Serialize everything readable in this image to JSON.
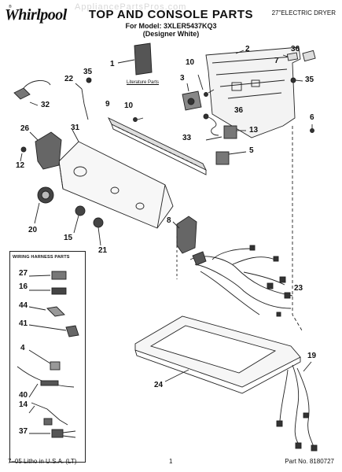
{
  "header": {
    "brand": "Whirlpool",
    "brand_mark": "®",
    "watermark": "AppliancePartsPros.com",
    "title": "TOP AND CONSOLE PARTS",
    "model_line": "For Model: 3XLER5437KQ3",
    "variant_line": "(Designer White)",
    "product": "27\"ELECTRIC DRYER"
  },
  "literature_label": "Literature Parts",
  "wiring_box_title": "WIRING HARNESS PARTS",
  "callouts": {
    "c1": "1",
    "c2": "2",
    "c3": "3",
    "c4": "4",
    "c5": "5",
    "c6": "6",
    "c7": "7",
    "c8": "8",
    "c9": "9",
    "c10a": "10",
    "c10b": "10",
    "c12": "12",
    "c13": "13",
    "c14": "14",
    "c15": "15",
    "c16": "16",
    "c19": "19",
    "c20": "20",
    "c21": "21",
    "c22": "22",
    "c23": "23",
    "c24": "24",
    "c26": "26",
    "c27": "27",
    "c31": "31",
    "c32": "32",
    "c33": "33",
    "c35a": "35",
    "c35b": "35",
    "c36a": "36",
    "c36b": "36",
    "c37": "37",
    "c40": "40",
    "c41": "41",
    "c44": "44"
  },
  "footer": {
    "left": "7–05 Litho in U.S.A. (LT)",
    "center": "1",
    "right": "Part No. 8180727"
  }
}
